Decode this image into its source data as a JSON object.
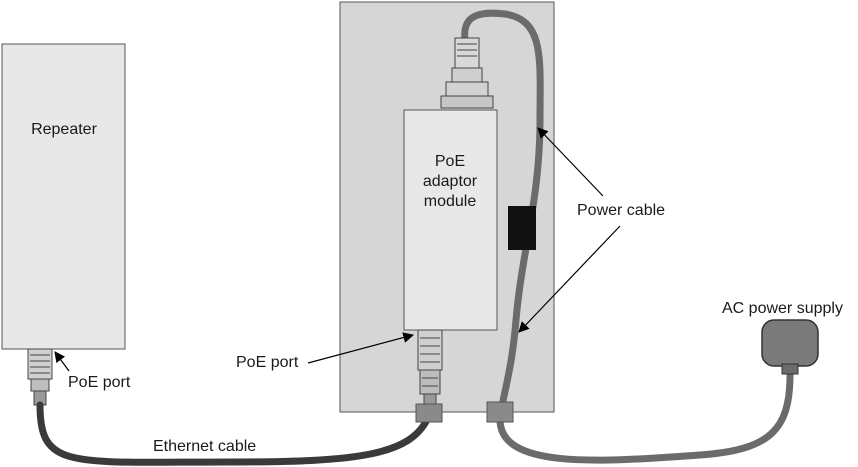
{
  "labels": {
    "repeater": "Repeater",
    "poe_port_left": "PoE port",
    "poe_port_middle": "PoE port",
    "ethernet_cable": "Ethernet cable",
    "poe_adaptor_line1": "PoE",
    "poe_adaptor_line2": "adaptor",
    "poe_adaptor_line3": "module",
    "power_cable": "Power cable",
    "ac_power_supply": "AC power supply"
  },
  "colors": {
    "box_fill": "#e8e8e8",
    "panel_fill": "#d6d6d6",
    "outline": "#555555",
    "power_cable": "#6b6b6b",
    "ethernet_cable": "#3a3a3a",
    "ferrite": "#111111",
    "ac_plug": "#7a7a7a"
  }
}
